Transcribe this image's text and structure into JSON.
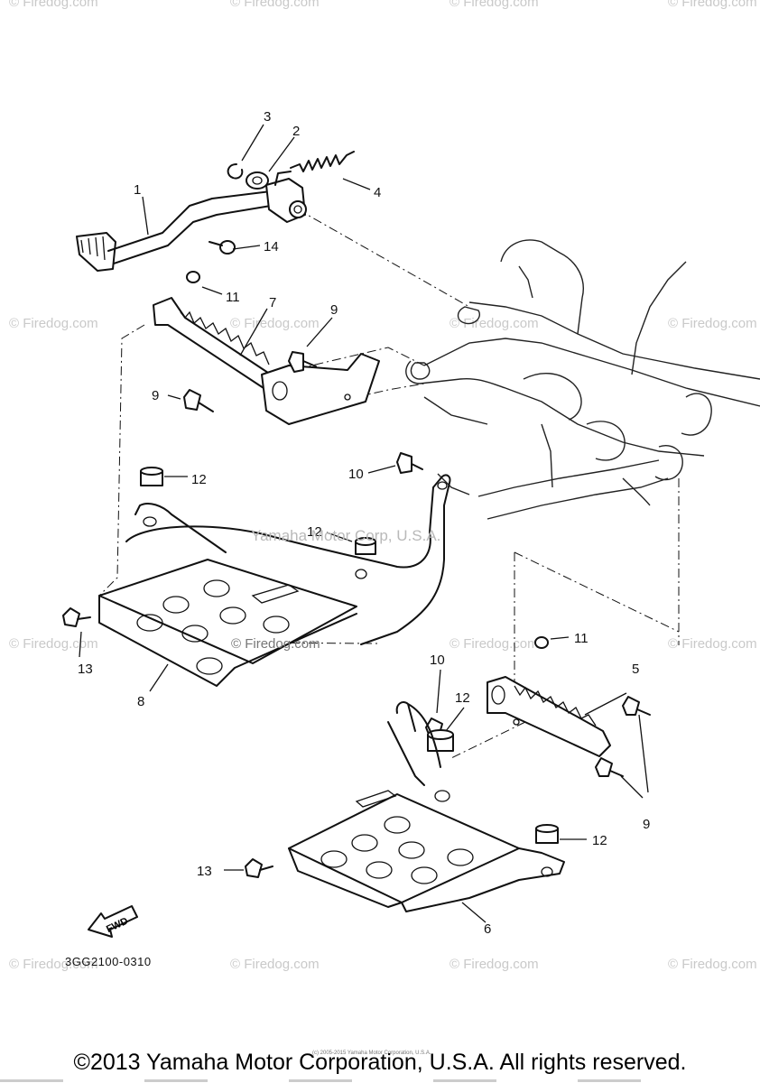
{
  "watermark": "© Firedog.com",
  "center_watermark": "Yamaha Motor Corp, U.S.A.",
  "mid_watermark": "© Firedog.com",
  "fwd_label": "FWD",
  "diagram_code": "3GG2100-0310",
  "tiny_note": "(c) 2005-2015 Yamaha Motor Corporation, U.S.A.",
  "copyright": "©2013 Yamaha Motor Corporation, U.S.A. All rights reserved.",
  "callouts": {
    "c1": "1",
    "c2": "2",
    "c3": "3",
    "c4": "4",
    "c5": "5",
    "c6": "6",
    "c7": "7",
    "c8": "8",
    "c9a": "9",
    "c9b": "9",
    "c9c": "9",
    "c10a": "10",
    "c10b": "10",
    "c11a": "11",
    "c11b": "11",
    "c12a": "12",
    "c12b": "12",
    "c12c": "12",
    "c12d": "12",
    "c13a": "13",
    "c13b": "13",
    "c14": "14"
  }
}
